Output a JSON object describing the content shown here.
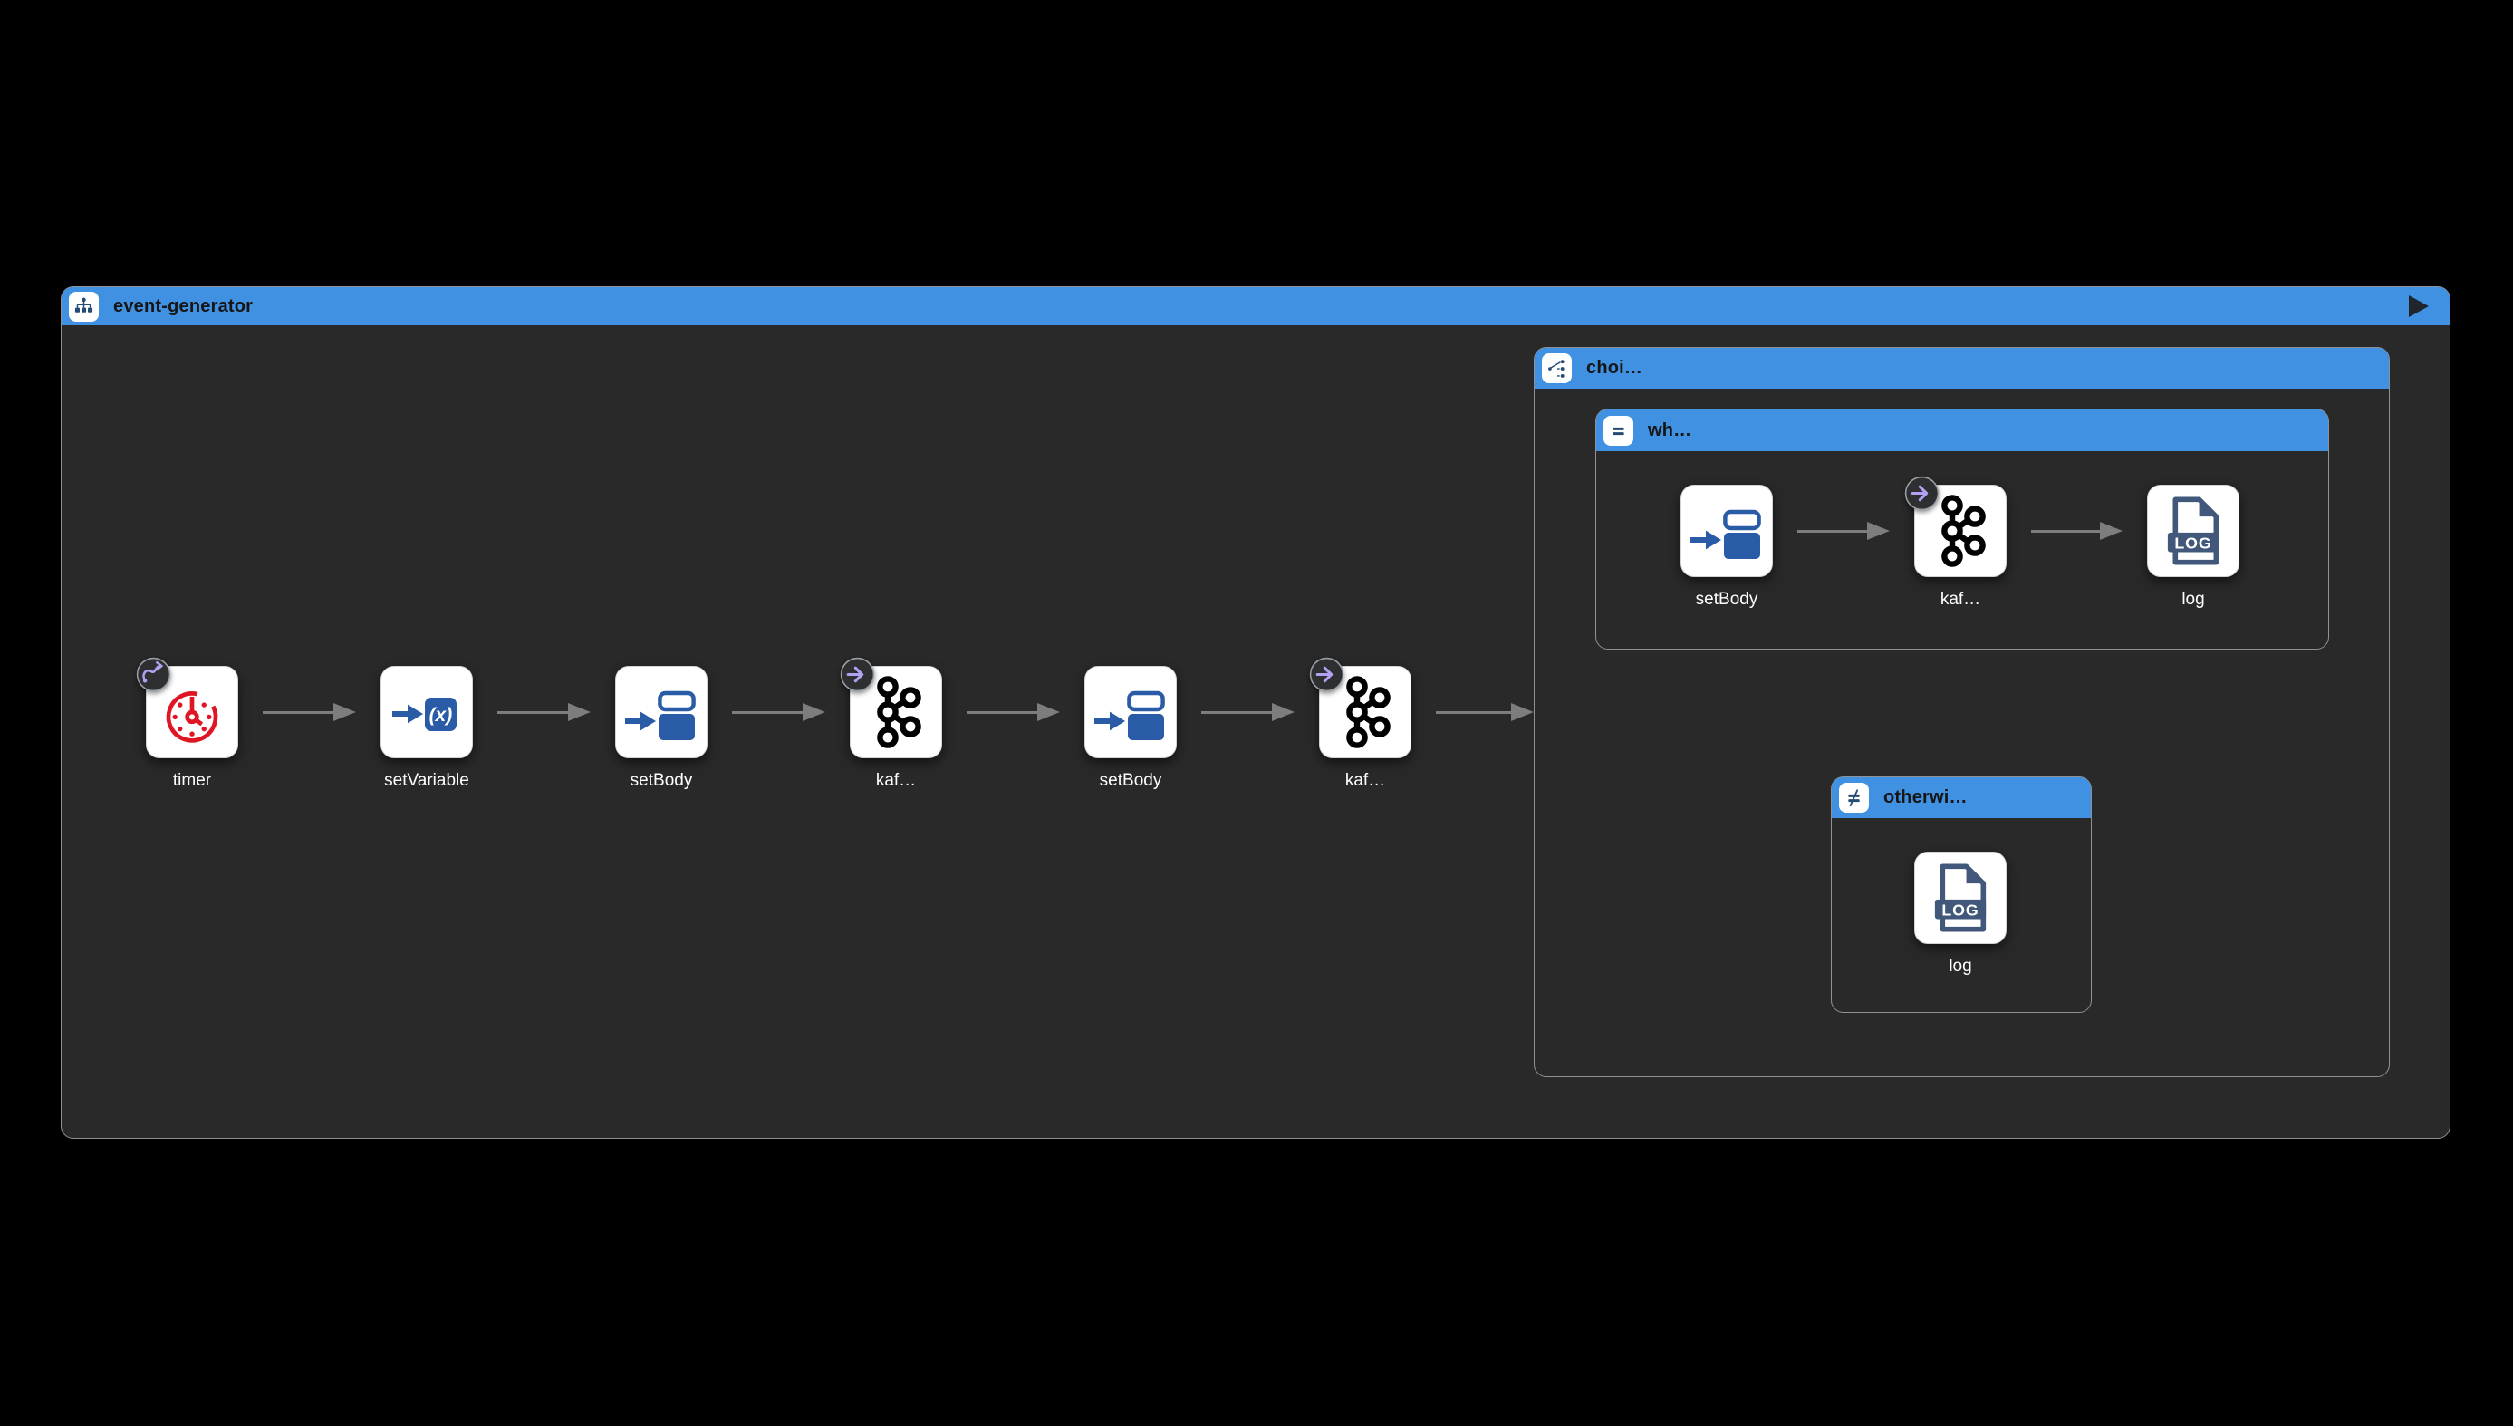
{
  "route": {
    "title": "event-generator",
    "icon": "sitemap-icon",
    "play_icon": "play-icon"
  },
  "main_flow": {
    "nodes": [
      {
        "label": "timer",
        "icon": "timer-icon",
        "badge": "route-badge-icon"
      },
      {
        "label": "setVariable",
        "icon": "set-variable-icon"
      },
      {
        "label": "setBody",
        "icon": "set-body-icon"
      },
      {
        "label": "kaf…",
        "icon": "kafka-icon",
        "badge": "send-badge-icon"
      },
      {
        "label": "setBody",
        "icon": "set-body-icon"
      },
      {
        "label": "kaf…",
        "icon": "kafka-icon",
        "badge": "send-badge-icon"
      }
    ]
  },
  "choice": {
    "title": "choi…",
    "icon": "choice-icon",
    "when": {
      "title": "wh…",
      "icon": "equals-icon",
      "nodes": [
        {
          "label": "setBody",
          "icon": "set-body-icon"
        },
        {
          "label": "kaf…",
          "icon": "kafka-icon",
          "badge": "send-badge-icon"
        },
        {
          "label": "log",
          "icon": "log-icon"
        }
      ]
    },
    "otherwise": {
      "title": "otherwi…",
      "icon": "not-equals-icon",
      "nodes": [
        {
          "label": "log",
          "icon": "log-icon"
        }
      ]
    }
  },
  "colors": {
    "page_bg": "#000000",
    "canvas_bg": "#292929",
    "header_blue": "#4191e2",
    "border_gray": "#8f9194",
    "node_bg": "#ffffff",
    "arrow_gray": "#7d7d7d",
    "badge_bg": "#2e2f31",
    "badge_purple": "#b2a1f2",
    "icon_navy": "#254a73",
    "camel_blue": "#2a5ba6",
    "log_slate": "#41587b",
    "timer_red": "#e01523",
    "title_text": "#161616",
    "label_text": "#ffffff",
    "play_dark": "#20252c"
  }
}
